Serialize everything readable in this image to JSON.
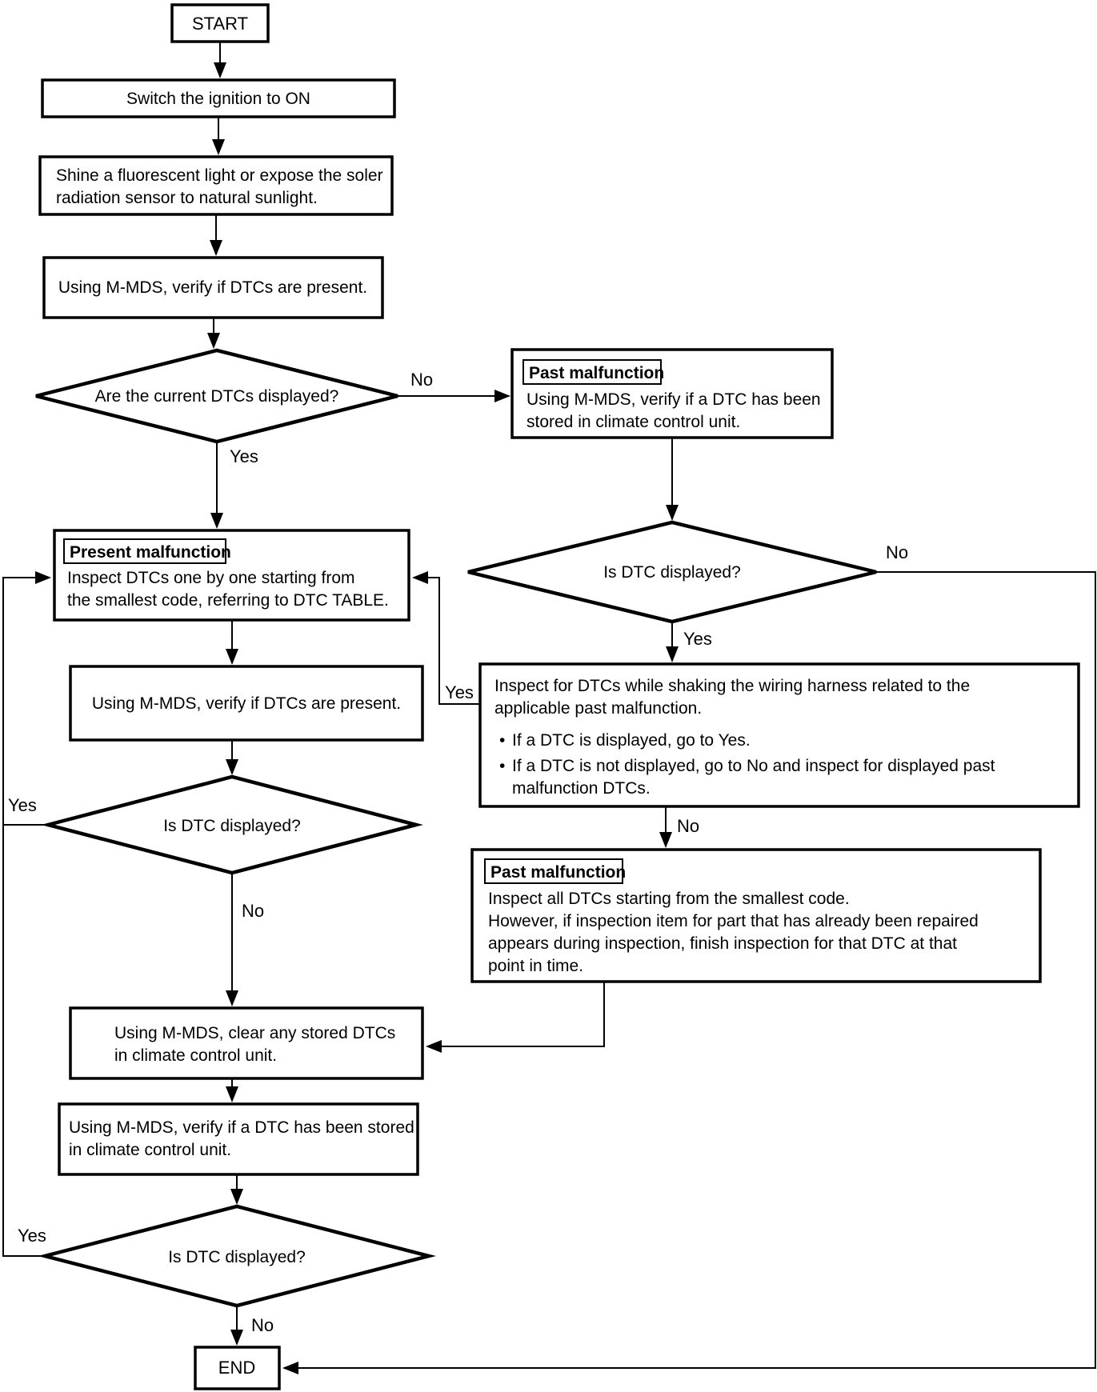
{
  "diagram": {
    "colors": {
      "line": "#000000",
      "text": "#000000",
      "background": "#ffffff"
    },
    "bullet": "•",
    "labels": {
      "yes": "Yes",
      "no": "No"
    },
    "nodes": {
      "start": {
        "label": "START"
      },
      "switch_ignition": {
        "label": "Switch the ignition to ON"
      },
      "shine_light": {
        "lines": [
          "Shine a fluorescent light or expose the soler",
          "radiation sensor to natural sunlight."
        ]
      },
      "verify_dtcs_present_1": {
        "label": "Using M-MDS, verify if DTCs are present."
      },
      "decision_current_dtcs": {
        "label": "Are the current DTCs displayed?"
      },
      "past_malfunction_check": {
        "tag": "Past malfunction",
        "lines": [
          "Using M-MDS, verify if a DTC has been",
          "stored in climate control unit."
        ]
      },
      "decision_dtc_displayed_right": {
        "label": "Is DTC displayed?"
      },
      "present_malfunction": {
        "tag": "Present malfunction",
        "lines": [
          "Inspect DTCs one by one starting from",
          "the smallest code, referring to DTC TABLE."
        ]
      },
      "verify_dtcs_present_2": {
        "label": "Using M-MDS, verify if DTCs are present."
      },
      "decision_dtc_displayed_left": {
        "label": "Is DTC displayed?"
      },
      "inspect_shaking": {
        "lines": [
          "Inspect for DTCs while shaking the wiring harness related to the",
          "applicable past malfunction."
        ],
        "bullets": [
          "If a DTC is displayed, go to Yes.",
          "If a DTC is not displayed, go to No and inspect for displayed past",
          "malfunction DTCs."
        ]
      },
      "past_malfunction_inspect": {
        "tag": "Past malfunction",
        "lines": [
          "Inspect all DTCs starting from the smallest code.",
          "However, if inspection item for part that has already been repaired",
          "appears during inspection, finish inspection for that DTC at that",
          "point in time."
        ]
      },
      "clear_dtcs": {
        "lines": [
          "Using M-MDS, clear any stored DTCs",
          "in climate control unit."
        ]
      },
      "verify_stored_dtc": {
        "lines": [
          "Using M-MDS, verify if a DTC has been stored",
          "in climate control unit."
        ]
      },
      "decision_dtc_displayed_bottom": {
        "label": "Is DTC displayed?"
      },
      "end": {
        "label": "END"
      }
    }
  }
}
